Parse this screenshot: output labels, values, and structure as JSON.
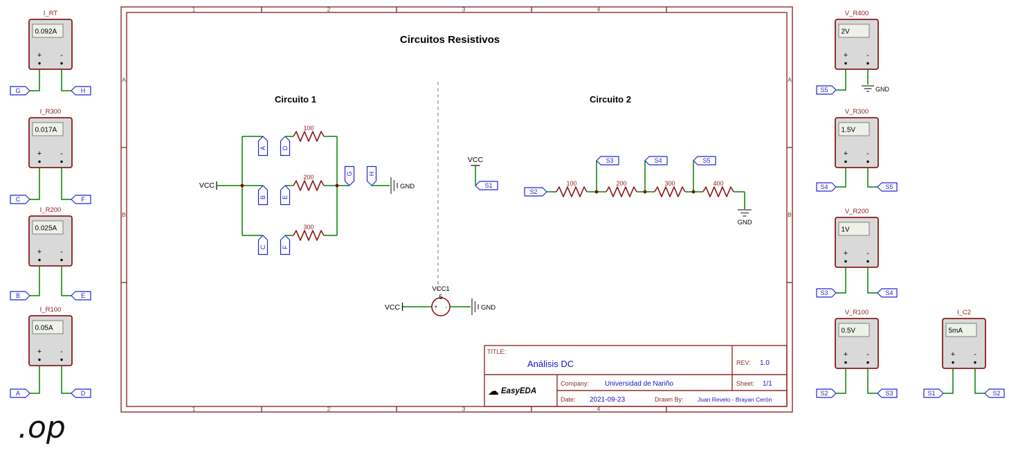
{
  "page": {
    "spice_directive": ".op"
  },
  "symbols": {
    "plus": "+",
    "minus": "-",
    "cloud": "☁"
  },
  "colors": {
    "frame": "#8c2b2b",
    "wire": "#008000",
    "component": "#8b1a1a",
    "net_flag": "#2323cf",
    "value_blue": "#1414c8",
    "logo_blue": "#2e7fd9"
  },
  "sheet": {
    "title": "Circuitos Resistivos",
    "frame": {
      "col_labels": [
        "1",
        "2",
        "3",
        "4"
      ],
      "row_labels": [
        "A",
        "B"
      ]
    },
    "circuit1": {
      "heading": "Circuito 1",
      "vcc_label": "VCC",
      "gnd_label": "GND",
      "branches": [
        {
          "tag_left": "A",
          "tag_right": "D",
          "resistor": "100"
        },
        {
          "tag_left": "B",
          "tag_right": "E",
          "resistor": "200"
        },
        {
          "tag_left": "C",
          "tag_right": "F",
          "resistor": "300"
        }
      ],
      "out_tags": [
        "G",
        "H"
      ]
    },
    "circuit2": {
      "heading": "Circuito 2",
      "vcc_label": "VCC",
      "gnd_label": "GND",
      "input_tags": [
        "S1",
        "S2"
      ],
      "tap_tags": [
        "S3",
        "S4",
        "S5"
      ],
      "resistors": [
        "100",
        "200",
        "300",
        "400"
      ]
    },
    "source": {
      "name": "VCC1",
      "value": "5",
      "vcc_label": "VCC",
      "gnd_label": "GND"
    },
    "title_block": {
      "title_label": "TITLE:",
      "title": "Análisis DC",
      "rev_label": "REV:",
      "rev": "1.0",
      "company_label": "Company:",
      "company": "Universidad de Nariño",
      "sheet_label": "Sheet:",
      "sheet": "1/1",
      "date_label": "Date:",
      "date": "2021-09-23",
      "drawn_by_label": "Drawn By:",
      "drawn_by": "Juan Revelo - Brayan Cerón",
      "logo_text": "EasyEDA"
    }
  },
  "meters_left": [
    {
      "name": "I_RT",
      "value": "0.092A",
      "flag_left": "G",
      "flag_right": "H"
    },
    {
      "name": "I_R300",
      "value": "0.017A",
      "flag_left": "C",
      "flag_right": "F"
    },
    {
      "name": "I_R200",
      "value": "0.025A",
      "flag_left": "B",
      "flag_right": "E"
    },
    {
      "name": "I_R100",
      "value": "0.05A",
      "flag_left": "A",
      "flag_right": "D"
    }
  ],
  "meters_right": [
    {
      "name": "V_R400",
      "value": "2V",
      "flag_left": "S5",
      "flag_right": "GND"
    },
    {
      "name": "V_R300",
      "value": "1.5V",
      "flag_left": "S4",
      "flag_right": "S5"
    },
    {
      "name": "V_R200",
      "value": "1V",
      "flag_left": "S3",
      "flag_right": "S4"
    },
    {
      "name": "V_R100",
      "value": "0.5V",
      "flag_left": "S2",
      "flag_right": "S3"
    },
    {
      "name": "I_C2",
      "value": "5mA",
      "flag_left": "S1",
      "flag_right": "S2"
    }
  ]
}
